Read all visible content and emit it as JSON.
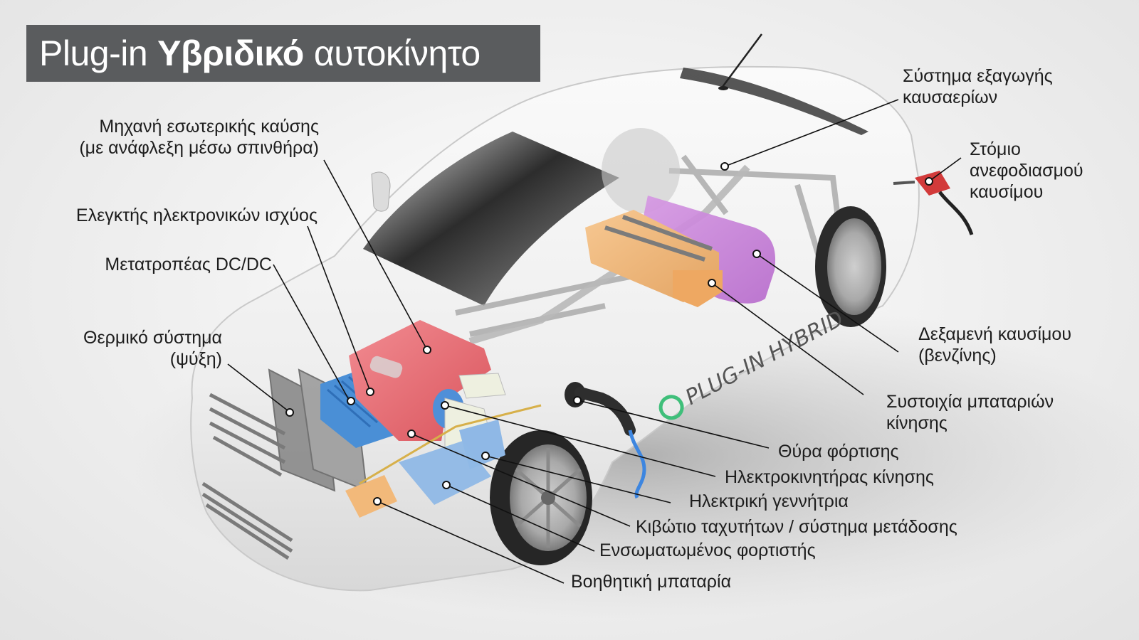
{
  "title": {
    "prefix": "Plug-in",
    "bold": "Υβριδικό",
    "suffix": "αυτοκίνητο"
  },
  "colors": {
    "title_bg": "#5a5c5e",
    "engine": "#e8737a",
    "power_electronics": "#4a8fd6",
    "battery_pack": "#f0b878",
    "fuel_tank": "#c77fd8",
    "charger": "#8fb8e6",
    "aux_battery": "#f2b97a",
    "charging_cable": "#3d86e0",
    "fuel_nozzle": "#d23a3a",
    "badge_green": "#3fbf7a"
  },
  "car": {
    "badge_text": "PLUG-IN HYBRID"
  },
  "labels": {
    "engine": {
      "line1": "Μηχανή εσωτερικής καύσης",
      "line2": "(με ανάφλεξη μέσω σπινθήρα)"
    },
    "power_controller": {
      "line1": "Ελεγκτής ηλεκτρονικών ισχύος"
    },
    "dcdc": {
      "line1": "Μετατροπέας DC/DC"
    },
    "thermal": {
      "line1": "Θερμικό σύστημα",
      "line2": "(ψύξη)"
    },
    "exhaust": {
      "line1": "Σύστημα εξαγωγής",
      "line2": "καυσαερίων"
    },
    "fuel_filler": {
      "line1": "Στόμιο",
      "line2": "ανεφοδιασμού",
      "line3": "καυσίμου"
    },
    "fuel_tank": {
      "line1": "Δεξαμενή καυσίμου",
      "line2": "(βενζίνης)"
    },
    "traction_battery": {
      "line1": "Συστοιχία μπαταριών",
      "line2": "κίνησης"
    },
    "charge_port": {
      "line1": "Θύρα φόρτισης"
    },
    "traction_motor": {
      "line1": "Ηλεκτροκινητήρας κίνησης"
    },
    "generator": {
      "line1": "Ηλεκτρική γεννήτρια"
    },
    "transmission": {
      "line1": "Κιβώτιο ταχυτήτων / σύστημα μετάδοσης"
    },
    "onboard_charger": {
      "line1": "Ενσωματωμένος φορτιστής"
    },
    "aux_battery": {
      "line1": "Βοηθητική μπαταρία"
    }
  }
}
